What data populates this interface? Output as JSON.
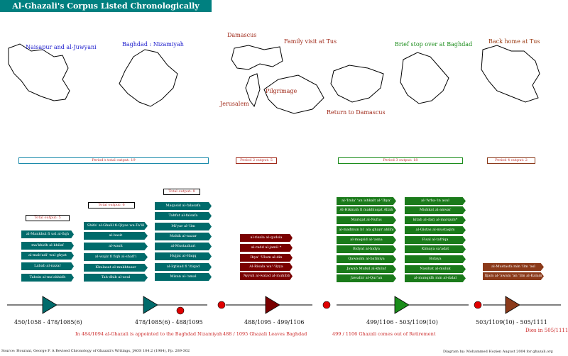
{
  "title": "Al-Ghazali's Corpus Listed Chronologically",
  "places": {
    "naisapur": "Naisapur and al-Juwyani",
    "baghdad": "Baghdad : Nizamiyah",
    "damascus": "Damascus",
    "family": "Family visit at Tus",
    "jerusalem": "Jerusalem",
    "pilgrimage": "Pilgrimage",
    "return_damascus": "Return to Damascus",
    "brief_stop": "Brief stop over at Baghdad",
    "back_home": "Back home at Tus"
  },
  "periods": {
    "p1": "Period's total output: 19",
    "p2": "Period 2 output: 5",
    "p3": "Period 3 output: 18",
    "p4": "Period 4 output: 2"
  },
  "totals": {
    "t1": "Total output: 5",
    "t2": "Total output: 6",
    "t3": "Total output: 8"
  },
  "books": {
    "col1": [
      "al-Mankhul fi usl al-fiqh",
      "ma'khidh al-khilaf",
      "al-mab'adi' wal ghyat",
      "Labab al-nazar",
      "Tahsin al-ma'akhidh"
    ],
    "col2": [
      "Shifa' al-Ghalil fi-Qiyas wa-Ta'lil",
      "al-basit",
      "al-wasit",
      "al-wajiz fi fiqh al-shafi'i",
      "Khulasat al-mukhtasar",
      "Tah-dhib al-usul"
    ],
    "col3": [
      "Maqasid al-falasafa",
      "Tahfut al-falsafa",
      "Mi'yar al-'ilm",
      "Mahik al-nazar",
      "al-Mustazhari",
      "Hujjat al-Haqq",
      "al-Iqtisad fi 'itiqad",
      "Mizan al-'amal"
    ],
    "col4": [
      "al-risala al-qudsia",
      "al-radd al-jamil *",
      "Ihya' 'Ulum al-din",
      "Al-Risala wa'-'ilyya",
      "'Ayyuh al-walad al-muhibb"
    ],
    "col5": [
      "al-'Imla' 'an ishkalt al-'Ihya'",
      "Al-Hikmah fi makhluqat Allah",
      "Mariqat al-Nufus",
      "al-madmun bi' ala ghayr ahlihi",
      "al-maqsid al-'asna",
      "Bidyat al-hidya",
      "Qawasim al-batiniya",
      "Jawab Mufsil al-khilaf",
      "Jawahir al-Qur'an"
    ],
    "col6": [
      "al-'Arba-'in asul",
      "Mishkat al-anwar",
      "kitab al-darj al-marqum*",
      "al-Qistas al-mustaqim",
      "Fisal al-tafriqa",
      "Kimaya sa'adat",
      "Bidaya",
      "Nasihat al-muluk",
      "al-munqidh min al-dalal"
    ],
    "col7": [
      "al-Mustasfa min 'ilm 'asl",
      "Iljam al-'awam 'an 'ilm al-Kalam"
    ]
  },
  "dates": {
    "d1": "450/1058 - 478/1085(6)",
    "d2": "478/1085(6) - 488/1095",
    "d3": "488/1095 - 499/1106",
    "d4": "499/1106 - 503/1109(10)",
    "d5": "503/1109(10) - 505/1111"
  },
  "notes": {
    "n1": "In 484/1094 al-Ghazali is appointed to the Baghdad Nizamiyah",
    "n2": "488 / 1095 Ghazali Leaves Baghdad",
    "n3": "499 / 1106 Ghazali comes out of Retirement",
    "n4": "Dies in 505/1111"
  },
  "footer": {
    "source": "Source: Hourani, George F. A Revised Chronology of Ghazali's Writings, JAOS 104.2 (1984), Pp. 289-302",
    "credit": "Diagram by: Mohammed Hozien August 2004 for ghazali.org"
  },
  "colors": {
    "teal": "#006b6b",
    "darkred": "#7a0000",
    "green": "#1a7a1a",
    "brown": "#8b3a1a",
    "dot": "#e00000"
  }
}
